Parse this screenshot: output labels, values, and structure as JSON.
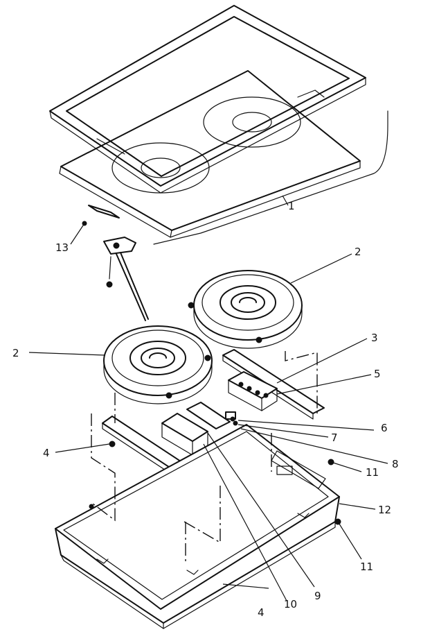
{
  "diagram": {
    "callouts": [
      {
        "id": "c1",
        "text": "1"
      },
      {
        "id": "c2a",
        "text": "2"
      },
      {
        "id": "c2b",
        "text": "2"
      },
      {
        "id": "c3",
        "text": "3"
      },
      {
        "id": "c4a",
        "text": "4"
      },
      {
        "id": "c4b",
        "text": "4"
      },
      {
        "id": "c5",
        "text": "5"
      },
      {
        "id": "c6",
        "text": "6"
      },
      {
        "id": "c7",
        "text": "7"
      },
      {
        "id": "c8",
        "text": "8"
      },
      {
        "id": "c9",
        "text": "9"
      },
      {
        "id": "c10",
        "text": "10"
      },
      {
        "id": "c11a",
        "text": "11"
      },
      {
        "id": "c11b",
        "text": "11"
      },
      {
        "id": "c12",
        "text": "12"
      },
      {
        "id": "c13",
        "text": "13"
      }
    ]
  }
}
